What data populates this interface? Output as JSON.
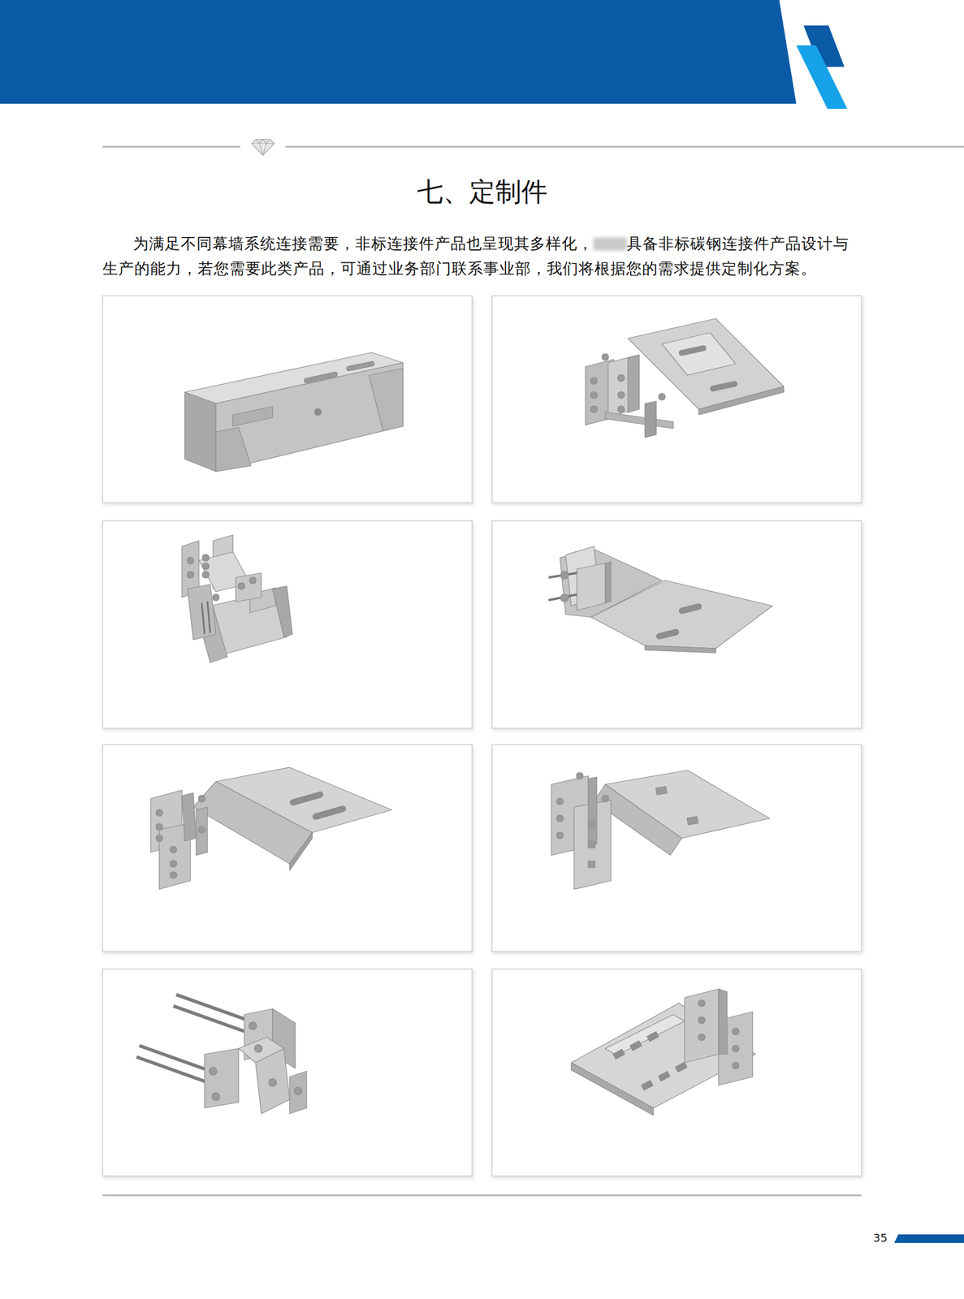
{
  "diagram": {
    "title": "七、定制件",
    "labels": [
      "为满足不同幕墙系统连接需要，非标连接件产品也呈现其多样化，",
      "具备非标碳钢连接件产品设计与生产的能力，若您需要此类产品，可通过业务部门联系事业部，我们将根据您的需求提供定制化方案。",
      "35"
    ]
  }
}
